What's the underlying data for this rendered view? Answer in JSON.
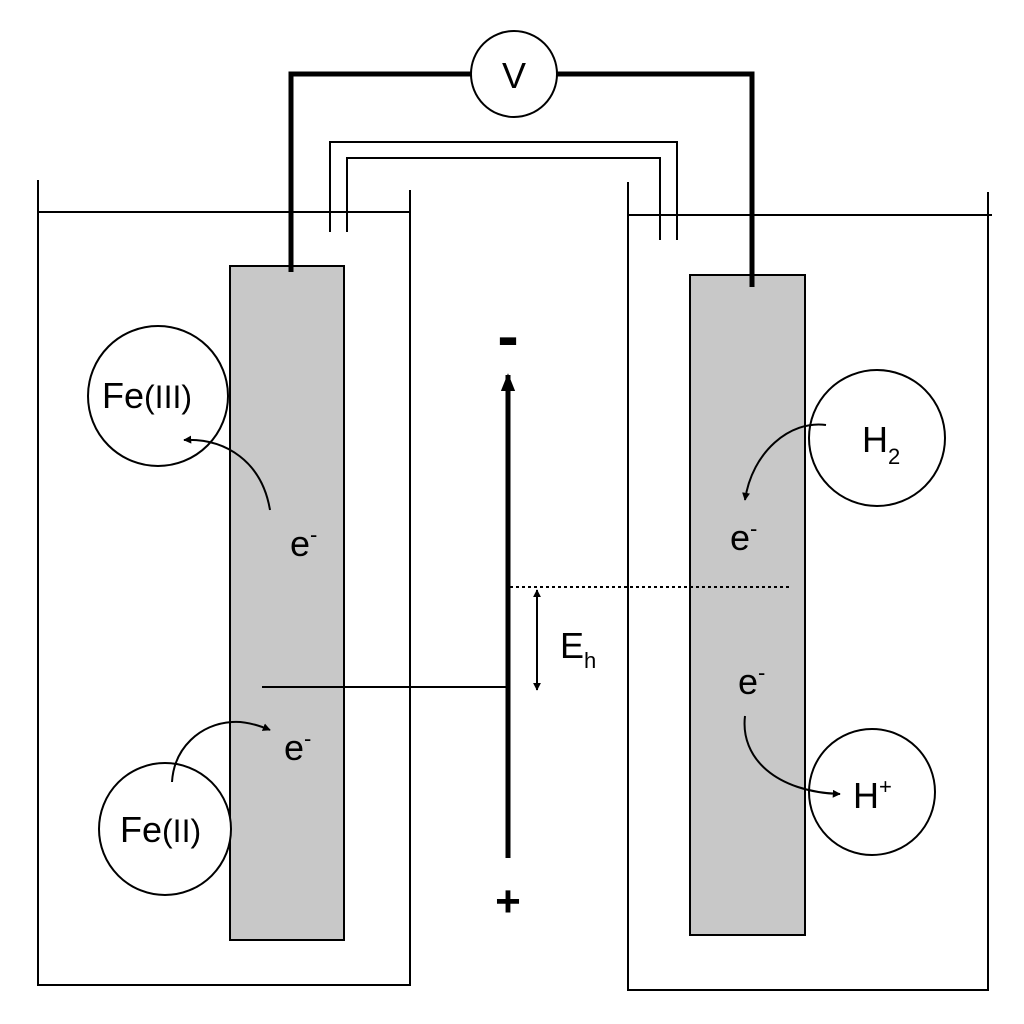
{
  "meter": {
    "label": "V"
  },
  "left_cell": {
    "species_oxidized": {
      "main": "Fe",
      "ox_state": "(III)"
    },
    "species_reduced": {
      "main": "Fe",
      "ox_state": "(II)"
    },
    "electron_upper": {
      "main": "e",
      "sup": "-"
    },
    "electron_lower": {
      "main": "e",
      "sup": "-"
    }
  },
  "right_cell": {
    "species_gas": {
      "main": "H",
      "sub": "2"
    },
    "species_ion": {
      "main": "H",
      "sup": "+"
    },
    "electron_upper": {
      "main": "e",
      "sup": "-"
    },
    "electron_lower": {
      "main": "e",
      "sup": "-"
    }
  },
  "potential_axis": {
    "negative_label": "-",
    "positive_label": "+",
    "difference_label": {
      "main": "E",
      "sub": "h"
    }
  },
  "colors": {
    "electrode": "#c8c8c8",
    "stroke": "#000000",
    "background": "#ffffff"
  }
}
